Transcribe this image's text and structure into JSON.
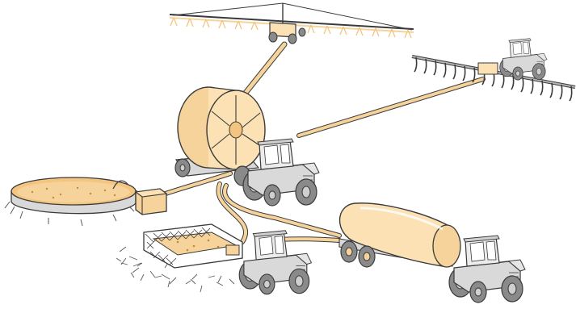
{
  "illustration": {
    "kind": "manure handling and slurry spreading systems",
    "labels": [],
    "colors": {
      "slurry": "#fbe1b4",
      "slurry_dark": "#f4c580",
      "pipe": "#f6d39b",
      "machine_gray": "#d9d9d9",
      "tire": "#8a8a8a",
      "outline": "#3a3a3a",
      "straw": "#5a5a5a"
    },
    "components": [
      {
        "id": "boom-irrigator",
        "icon": "center-boom-sprayer-icon"
      },
      {
        "id": "injector-tractor",
        "icon": "tractor-with-injector-bar-icon"
      },
      {
        "id": "hose-reel-traveler",
        "icon": "hose-reel-icon"
      },
      {
        "id": "tractor-reel",
        "icon": "tractor-icon"
      },
      {
        "id": "slurry-lagoon",
        "icon": "circular-tank-icon"
      },
      {
        "id": "pump-box",
        "icon": "pump-icon"
      },
      {
        "id": "manure-pit",
        "icon": "fenced-pit-icon"
      },
      {
        "id": "tractor-pit",
        "icon": "tractor-icon"
      },
      {
        "id": "tanker",
        "icon": "tanker-trailer-icon"
      },
      {
        "id": "tractor-tanker",
        "icon": "tractor-icon"
      }
    ]
  }
}
